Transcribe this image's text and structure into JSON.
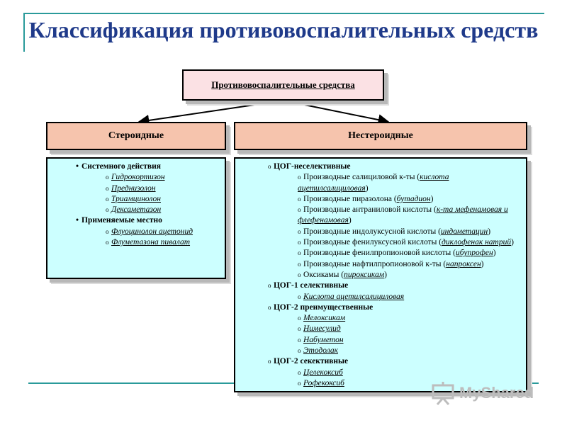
{
  "title": "Классификация противовоспалительных средств",
  "root": "Противовоспалительные средства",
  "left": {
    "header": "Стероидные",
    "groups": [
      {
        "label": "Системного действия",
        "items": [
          "Гидрокортизон",
          "Преднизолон",
          "Триамцинолон",
          "Дексаметазон"
        ]
      },
      {
        "label": "Применяемые местно",
        "items": [
          "Флуоцинолон ацетонид",
          "Флуметазона пивалат"
        ]
      }
    ]
  },
  "right": {
    "header": "Нестероидные",
    "groups": [
      {
        "label": "ЦОГ-неселективные",
        "items": [
          {
            "text": "Производные салициловой к-ты (",
            "link": "кислота ацетилсалициловая",
            "tail": ")"
          },
          {
            "text": "Производные пиразолона (",
            "link": "бутадион",
            "tail": ")"
          },
          {
            "text": "Производные антраниловой кислоты (",
            "link": "к-та мефенамовая и флефенамовая",
            "tail": ")"
          },
          {
            "text": "Производные индолуксусной кислоты (",
            "link": "индометацин",
            "tail": ")"
          },
          {
            "text": "Производные фенилуксусной кислоты (",
            "link": "диклофенак натрий",
            "tail": ")"
          },
          {
            "text": "Производные фенилпропионовой кислоты (",
            "link": "ибупрофен",
            "tail": ")"
          },
          {
            "text": "Производные нафтилпропионовой к-ты (",
            "link": "напроксен",
            "tail": ")"
          },
          {
            "text": "Оксикамы (",
            "link": "пироксикам",
            "tail": ")"
          }
        ]
      },
      {
        "label": "ЦОГ-1 селективные",
        "items": [
          {
            "text": "",
            "link": "Кислота ацетилсалициловая",
            "tail": ""
          }
        ]
      },
      {
        "label": "ЦОГ-2 преимущественные",
        "items": [
          {
            "text": "",
            "link": "Мелоксикам",
            "tail": ""
          },
          {
            "text": "",
            "link": "Нимесулид",
            "tail": ""
          },
          {
            "text": "",
            "link": "Набуметон",
            "tail": ""
          },
          {
            "text": "",
            "link": "Этодолак",
            "tail": ""
          }
        ]
      },
      {
        "label": "ЦОГ-2 секективные",
        "items": [
          {
            "text": "",
            "link": "Целекоксиб",
            "tail": ""
          },
          {
            "text": "",
            "link": "Рофекоксиб",
            "tail": ""
          }
        ]
      }
    ]
  },
  "watermark": "MyShared",
  "colors": {
    "title": "#1f3a8a",
    "root_bg": "#fbe1e4",
    "category_bg": "#f6c4ad",
    "list_bg": "#ccffff",
    "accent_line": "#2a9a9a"
  }
}
